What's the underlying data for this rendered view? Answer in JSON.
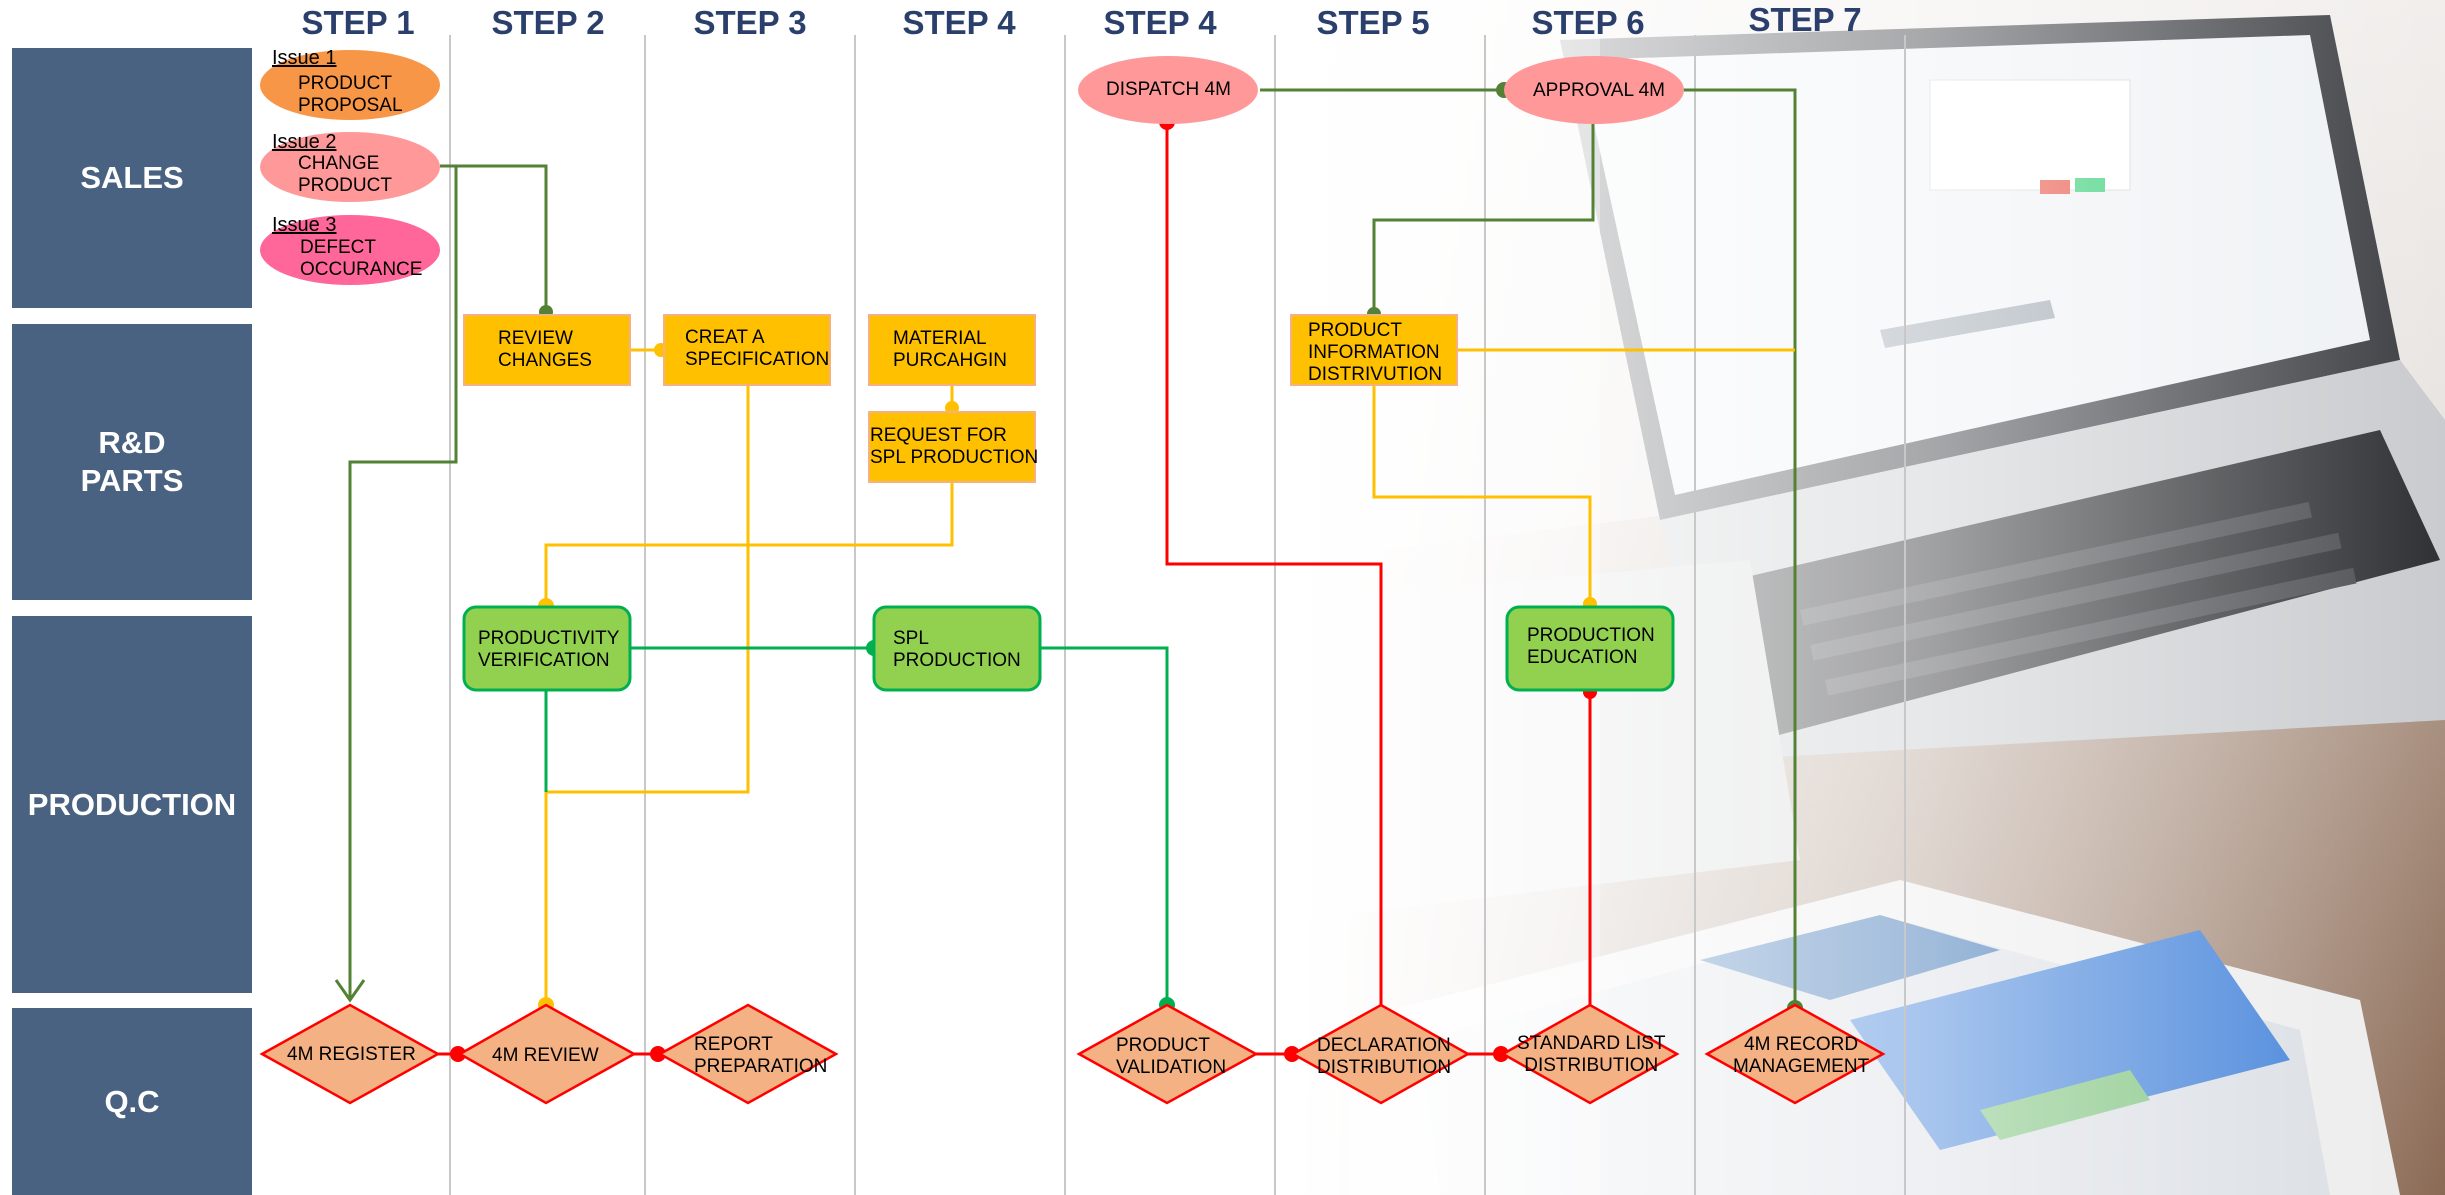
{
  "steps": [
    "STEP 1",
    "STEP 2",
    "STEP 3",
    "STEP 4",
    "STEP 4",
    "STEP 5",
    "STEP 6",
    "STEP 7"
  ],
  "lanes": [
    "SALES",
    "R&D\nPARTS",
    "PRODUCTION",
    "Q.C"
  ],
  "issues": [
    {
      "tag": "Issue 1",
      "label": "PRODUCT\nPROPOSAL"
    },
    {
      "tag": "Issue 2",
      "label": "CHANGE\nPRODUCT"
    },
    {
      "tag": "Issue 3",
      "label": "DEFECT\nOCCURANCE"
    }
  ],
  "nodes": {
    "dispatch_4m": "DISPATCH 4M",
    "approval_4m": "APPROVAL 4M",
    "review_changes": "REVIEW\nCHANGES",
    "creat_spec": "CREAT A\nSPECIFICATION",
    "material": "MATERIAL\nPURCAHGIN",
    "request_spl": "REQUEST FOR\nSPL PRODUCTION",
    "product_info": "PRODUCT\nINFORMATION\nDISTRIVUTION",
    "productivity": "PRODUCTIVITY\nVERIFICATION",
    "spl_production": "SPL\nPRODUCTION",
    "production_edu": "PRODUCTION\nEDUCATION",
    "register_4m": "4M REGISTER",
    "review_4m": "4M REVIEW",
    "report_prep": "REPORT\nPREPARATION",
    "product_validation": "PRODUCT\nVALIDATION",
    "declaration": "DECLARATION\nDISTRIBUTION",
    "standard_list": "STANDARD LIST\nDISTRIBUTION",
    "record_mgmt": "4M RECORD\nMANAGEMENT"
  },
  "colors": {
    "lane": "#4a6281",
    "step_text": "#2a3f6b",
    "process_box": "#ffc000",
    "production_box": "#92d050",
    "qc_diamond": "#f4b183",
    "dispatch_ellipse": "#ff9999",
    "issue1": "#f79646",
    "issue2": "#ff9999",
    "issue3": "#ff6699",
    "line_green_dark": "#538135",
    "line_green": "#00b050",
    "line_yellow": "#ffc000",
    "line_red": "#ff0000"
  }
}
